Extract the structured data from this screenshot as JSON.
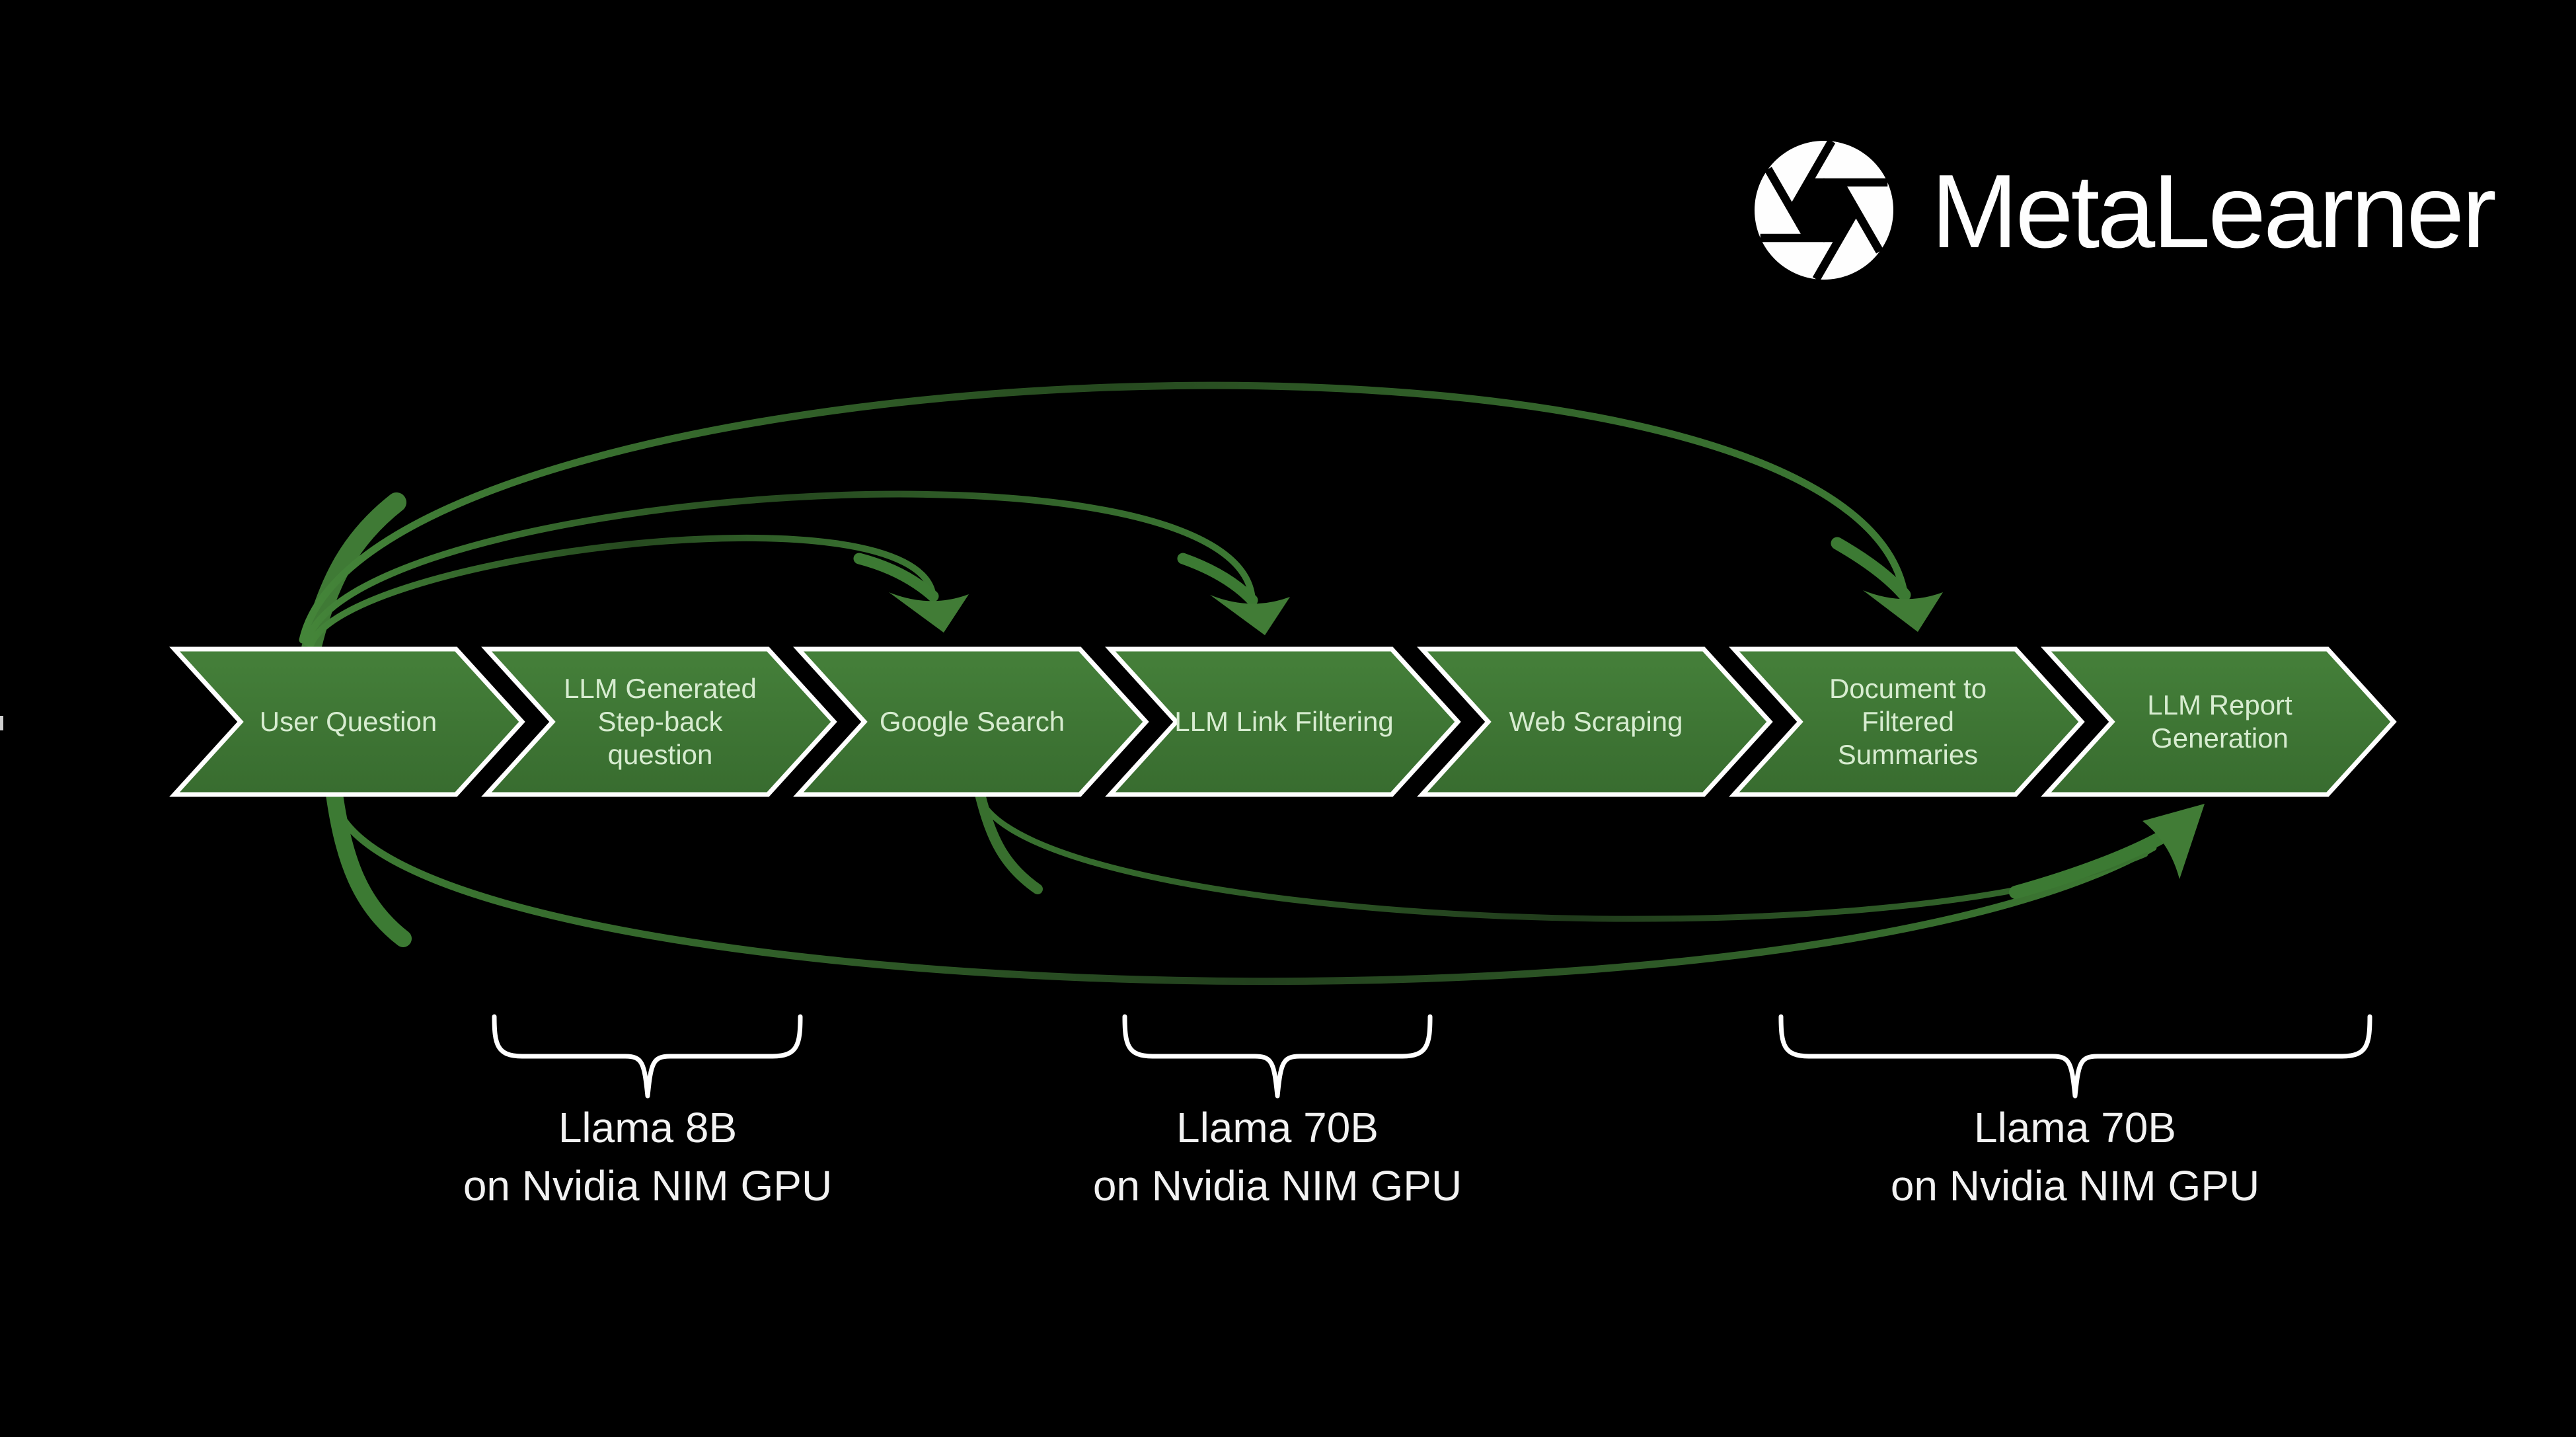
{
  "logo": {
    "brand": "MetaLearner",
    "icon": "aperture-icon"
  },
  "pipeline": {
    "steps": [
      {
        "label": "User Question"
      },
      {
        "label": "LLM Generated Step-back question"
      },
      {
        "label": "Google Search"
      },
      {
        "label": "LLM Link Filtering"
      },
      {
        "label": "Web Scraping"
      },
      {
        "label": "Document to Filtered Summaries"
      },
      {
        "label": "LLM Report Generation"
      }
    ]
  },
  "feedback_loops": {
    "top": [
      {
        "from": "User Question",
        "to": "Google Search"
      },
      {
        "from": "User Question",
        "to": "LLM Link Filtering"
      },
      {
        "from": "User Question",
        "to": "Document to Filtered Summaries"
      }
    ],
    "bottom": [
      {
        "from": "User Question",
        "to": "LLM Report Generation"
      },
      {
        "from": "Google Search",
        "to": "LLM Report Generation"
      }
    ]
  },
  "gpu_groups": [
    {
      "model": "Llama 8B",
      "platform": "on Nvidia NIM GPU",
      "covers": "LLM Generated Step-back question"
    },
    {
      "model": "Llama 70B",
      "platform": "on Nvidia NIM GPU",
      "covers": "LLM Link Filtering"
    },
    {
      "model": "Llama 70B",
      "platform": "on Nvidia NIM GPU",
      "covers": "Document to Filtered Summaries + LLM Report Generation"
    }
  ],
  "colors": {
    "background": "#000000",
    "chevron_fill": "#3e7637",
    "chevron_border": "#ffffff",
    "chevron_text": "#d7ecd0",
    "arrow_green_bright": "#418038",
    "arrow_green_dim": "#25471f",
    "brace_white": "#ffffff",
    "label_text": "#f2f2f2",
    "logo_white": "#fefefe"
  }
}
